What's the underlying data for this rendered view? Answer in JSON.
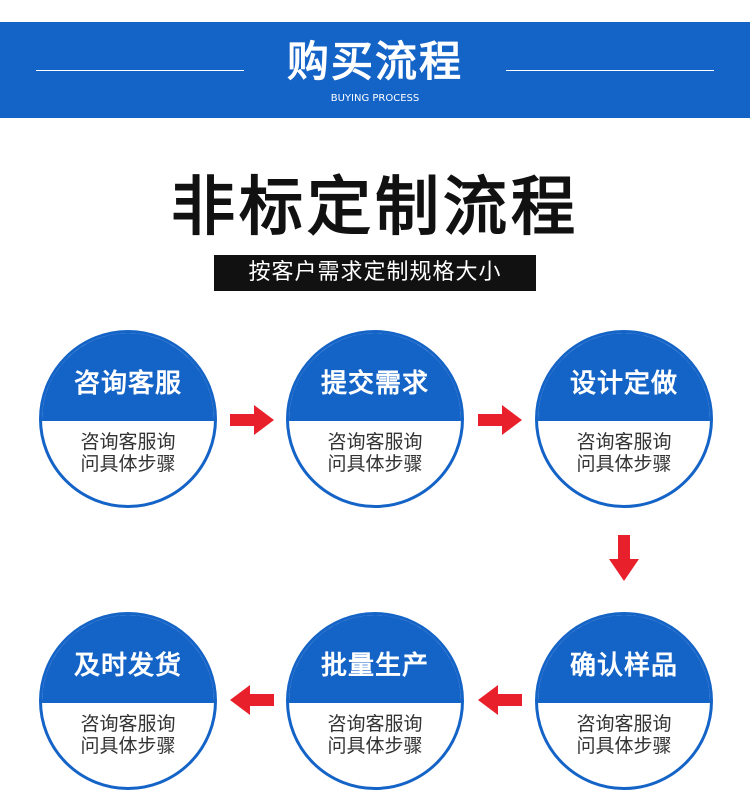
{
  "header": {
    "title": "购买流程",
    "subtitle": "BUYING PROCESS"
  },
  "main": {
    "title": "非标定制流程",
    "subtitle": "按客户需求定制规格大小"
  },
  "steps": [
    {
      "title": "咨询客服",
      "desc_line1": "咨询客服询",
      "desc_line2": "问具体步骤"
    },
    {
      "title": "提交需求",
      "desc_line1": "咨询客服询",
      "desc_line2": "问具体步骤"
    },
    {
      "title": "设计定做",
      "desc_line1": "咨询客服询",
      "desc_line2": "问具体步骤"
    },
    {
      "title": "确认样品",
      "desc_line1": "咨询客服询",
      "desc_line2": "问具体步骤"
    },
    {
      "title": "批量生产",
      "desc_line1": "咨询客服询",
      "desc_line2": "问具体步骤"
    },
    {
      "title": "及时发货",
      "desc_line1": "咨询客服询",
      "desc_line2": "问具体步骤"
    }
  ],
  "colors": {
    "brand_blue": "#1463c7",
    "arrow_red": "#e8202b",
    "title_black": "#111111"
  },
  "icons": {
    "flow_arrow": "arrow-icon"
  }
}
